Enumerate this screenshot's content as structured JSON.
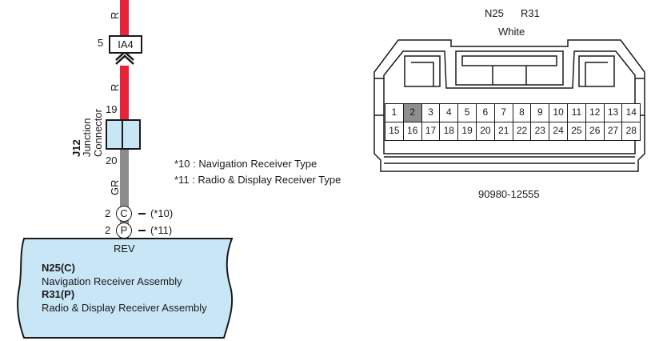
{
  "wiring": {
    "top_wire_color": "R",
    "mid_wire_color": "R",
    "bottom_wire_color": "GR",
    "ia4_pin": "5",
    "ia4_label": "IA4",
    "j12_pin_top": "19",
    "j12_pin_bottom": "20",
    "j12_code": "J12",
    "j12_name_line1": "Junction",
    "j12_name_line2": "Connector",
    "conn_c_pin": "2",
    "conn_c_letter": "C",
    "conn_c_note": "(*10)",
    "conn_p_pin": "2",
    "conn_p_letter": "P",
    "conn_p_note": "(*11)",
    "notes": [
      "*10 : Navigation Receiver Type",
      "*11 : Radio & Display Receiver Type"
    ],
    "colors": {
      "red_wire": "#e8243a",
      "gray_wire": "#8c8c8c",
      "connector_fill": "#c9e6f7"
    }
  },
  "assembly": {
    "terminal": "REV",
    "n25_code": "N25(C)",
    "n25_name": "Navigation Receiver Assembly",
    "r31_code": "R31(P)",
    "r31_name": "Radio & Display Receiver Assembly"
  },
  "connector": {
    "code1": "N25",
    "code2": "R31",
    "color": "White",
    "part_number": "90980-12555",
    "row1": [
      "1",
      "2",
      "3",
      "4",
      "5",
      "6",
      "7",
      "8",
      "9",
      "10",
      "11",
      "12",
      "13",
      "14"
    ],
    "row2": [
      "15",
      "16",
      "17",
      "18",
      "19",
      "20",
      "21",
      "22",
      "23",
      "24",
      "25",
      "26",
      "27",
      "28"
    ],
    "highlighted_pin": "2"
  }
}
